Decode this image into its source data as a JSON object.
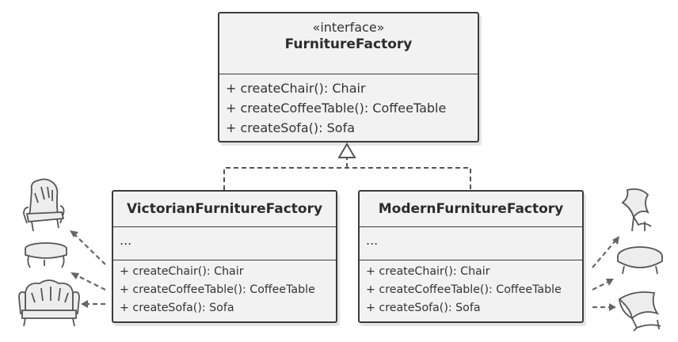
{
  "interface_box": {
    "stereotype": "«interface»",
    "name": "FurnitureFactory",
    "methods": [
      "+ createChair(): Chair",
      "+ createCoffeeTable(): CoffeeTable",
      "+ createSofa(): Sofa"
    ]
  },
  "victorian_box": {
    "name": "VictorianFurnitureFactory",
    "fields": "...",
    "methods": [
      "+ createChair(): Chair",
      "+ createCoffeeTable(): CoffeeTable",
      "+ createSofa(): Sofa"
    ]
  },
  "modern_box": {
    "name": "ModernFurnitureFactory",
    "fields": "...",
    "methods": [
      "+ createChair(): Chair",
      "+ createCoffeeTable(): CoffeeTable",
      "+ createSofa(): Sofa"
    ]
  },
  "products": {
    "victorian": [
      "victorian-chair-icon",
      "victorian-coffee-table-icon",
      "victorian-sofa-icon"
    ],
    "modern": [
      "modern-chair-icon",
      "modern-coffee-table-icon",
      "modern-sofa-icon"
    ]
  },
  "colors": {
    "box_fill": "#f2f2f2",
    "box_border": "#3b3b3b",
    "dashed_line": "#555555",
    "icon_stroke": "#555555",
    "icon_fill": "#ededed"
  }
}
